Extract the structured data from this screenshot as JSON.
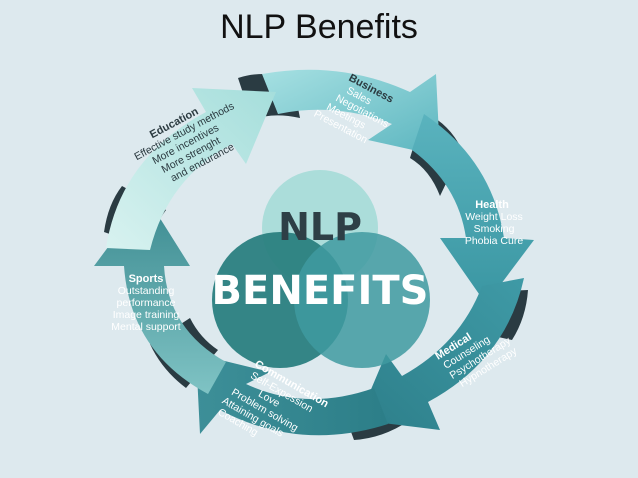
{
  "title": "NLP Benefits",
  "center": {
    "top_word": "NLP",
    "bottom_word": "BENEFITS"
  },
  "segments": {
    "business": {
      "heading": "Business",
      "items": [
        "Sales",
        "Negotiations",
        "Meetings",
        "Presentation"
      ]
    },
    "health": {
      "heading": "Health",
      "items": [
        "Weight Loss",
        "Smoking",
        "Phobia Cure"
      ]
    },
    "medical": {
      "heading": "Medical",
      "items": [
        "Counseling",
        "Psychotherapy",
        "Hypnotherapy"
      ]
    },
    "communication": {
      "heading": "Communication",
      "items": [
        "Self-Expession",
        "Love",
        "Problem solving",
        "Attaining goals",
        "Coaching"
      ]
    },
    "sports": {
      "heading": "Sports",
      "items": [
        "Outstanding",
        "performance",
        "Image training",
        "Mental support"
      ]
    },
    "education": {
      "heading": "Education",
      "items": [
        "Effective study methods",
        "More incentives",
        "More strenght",
        "and endurance"
      ]
    }
  },
  "colors": {
    "background": "#dde9ee",
    "circle_top": "#a8dcd8",
    "circle_left": "#2a7f80",
    "circle_right": "#3f9aa0",
    "arrow_dark": "#2f6f74",
    "arrow_mid": "#4aa6b0",
    "arrow_light": "#8fd3d8"
  }
}
